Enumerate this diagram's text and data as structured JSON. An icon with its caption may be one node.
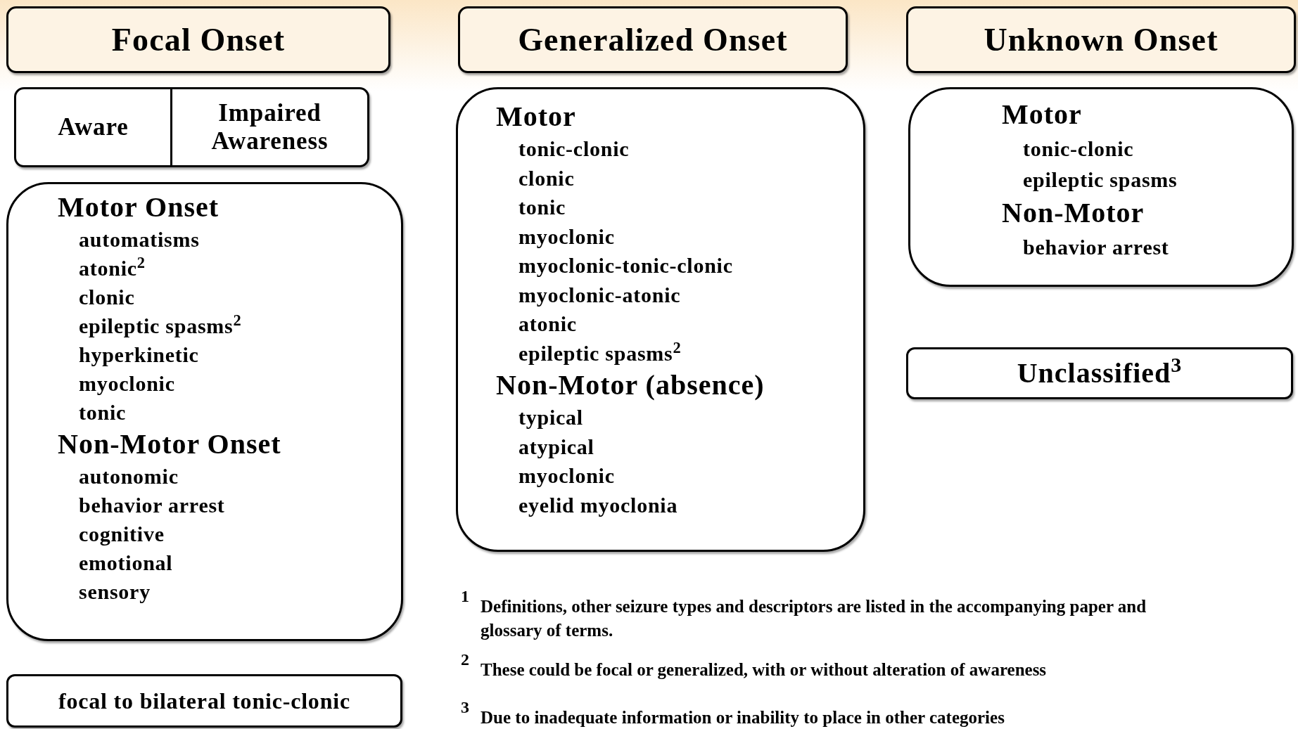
{
  "diagram": {
    "nodes": [
      {
        "text": [
          "Focal Onset"
        ]
      },
      {
        "text": [
          "Generalized Onset"
        ]
      },
      {
        "text": [
          "Unknown Onset"
        ]
      },
      {
        "text": [
          "Aware",
          "Impaired Awareness"
        ]
      },
      {
        "text": [
          "Motor Onset",
          "automatisms",
          "atonic$^{2}$",
          "clonic",
          "epileptic spasms$^{2}$",
          "hyperkinetic",
          "myoclonic",
          "tonic",
          "Non-Motor Onset",
          "autonomic",
          "behavior arrest",
          "cognitive",
          "emotional",
          "sensory"
        ]
      },
      {
        "text": [
          "focal to bilateral tonic-clonic"
        ]
      },
      {
        "text": [
          "Motor",
          "tonic-clonic",
          "clonic",
          "tonic",
          "myoclonic",
          "myoclonic-tonic-clonic",
          "myoclonic-atonic",
          "atonic",
          "epileptic spasms$^{2}$",
          "Non-Motor (absence)",
          "typical",
          "atypical",
          "myoclonic",
          "eyelid myoclonia"
        ]
      },
      {
        "text": [
          "Motor",
          "tonic-clonic",
          "epileptic spasms",
          "Non-Motor",
          "behavior arrest"
        ]
      },
      {
        "text": [
          "Unclassified$^{3}$"
        ]
      }
    ],
    "labels": [
      "1",
      "Definitions, other seizure types and descriptors are listed in the accompanying paper and glossary of terms.",
      "2",
      "These could be focal or generalized, with or without alteration of awareness",
      "3",
      "Due to inadequate information or inability to place in other categories"
    ]
  }
}
